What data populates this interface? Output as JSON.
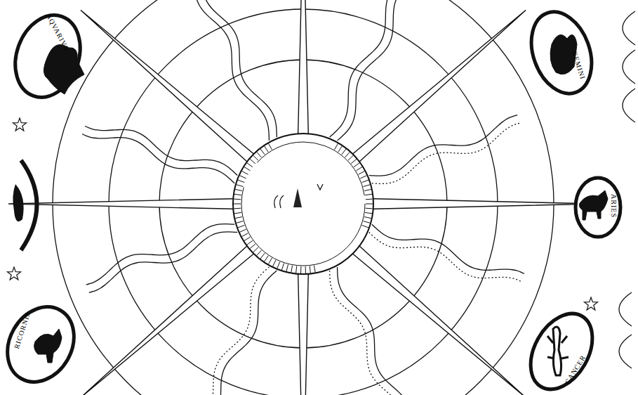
{
  "diagram": {
    "nodes": [
      {
        "text": [
          "AQVARIVS"
        ]
      },
      {
        "text": [
          "GEMINI"
        ]
      },
      {
        "text": [
          "ARIES"
        ]
      },
      {
        "text": [
          "RICORNIS"
        ]
      },
      {
        "text": [
          "CANCER"
        ]
      }
    ]
  }
}
